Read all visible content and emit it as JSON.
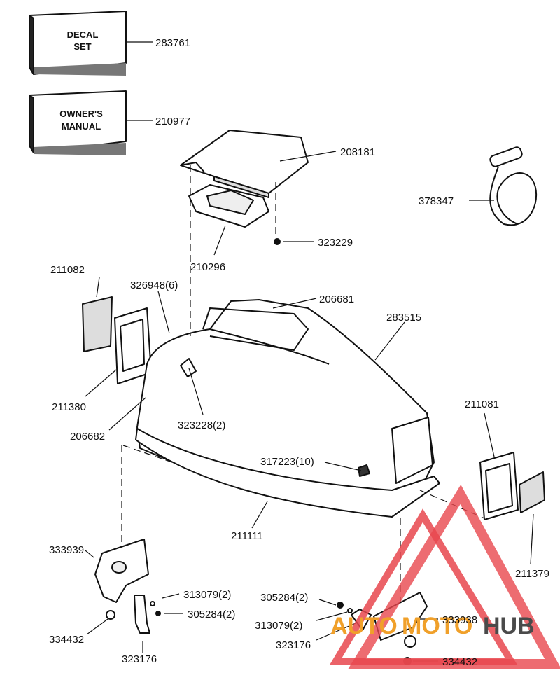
{
  "books": {
    "decal_box": [
      "DECAL",
      "SET"
    ],
    "decal_part": "283761",
    "owner_box": [
      "OWNER'S",
      "MANUAL"
    ],
    "owner_part": "210977"
  },
  "parts": {
    "p208181": "208181",
    "p378347": "378347",
    "p210296": "210296",
    "p323229": "323229",
    "p211082": "211082",
    "p326948": "326948(6)",
    "p206681": "206681",
    "p283515": "283515",
    "p211380": "211380",
    "p206682": "206682",
    "p323228": "323228(2)",
    "p211081": "211081",
    "p317223": "317223(10)",
    "p211111": "211111",
    "p211379": "211379",
    "p333939": "333939",
    "p313079a": "313079(2)",
    "p305284a": "305284(2)",
    "p334432a": "334432",
    "p323176a": "323176",
    "p305284b": "305284(2)",
    "p313079b": "313079(2)",
    "p333938": "333938",
    "p323176b": "323176",
    "p334432b": "334432"
  },
  "watermark": {
    "auto": "AUTO",
    "moto": "MOTO",
    "hub": "HUB",
    "color_red": "#e8474d",
    "color_orange": "#f0a02a",
    "color_dark": "#4a4a4a"
  }
}
